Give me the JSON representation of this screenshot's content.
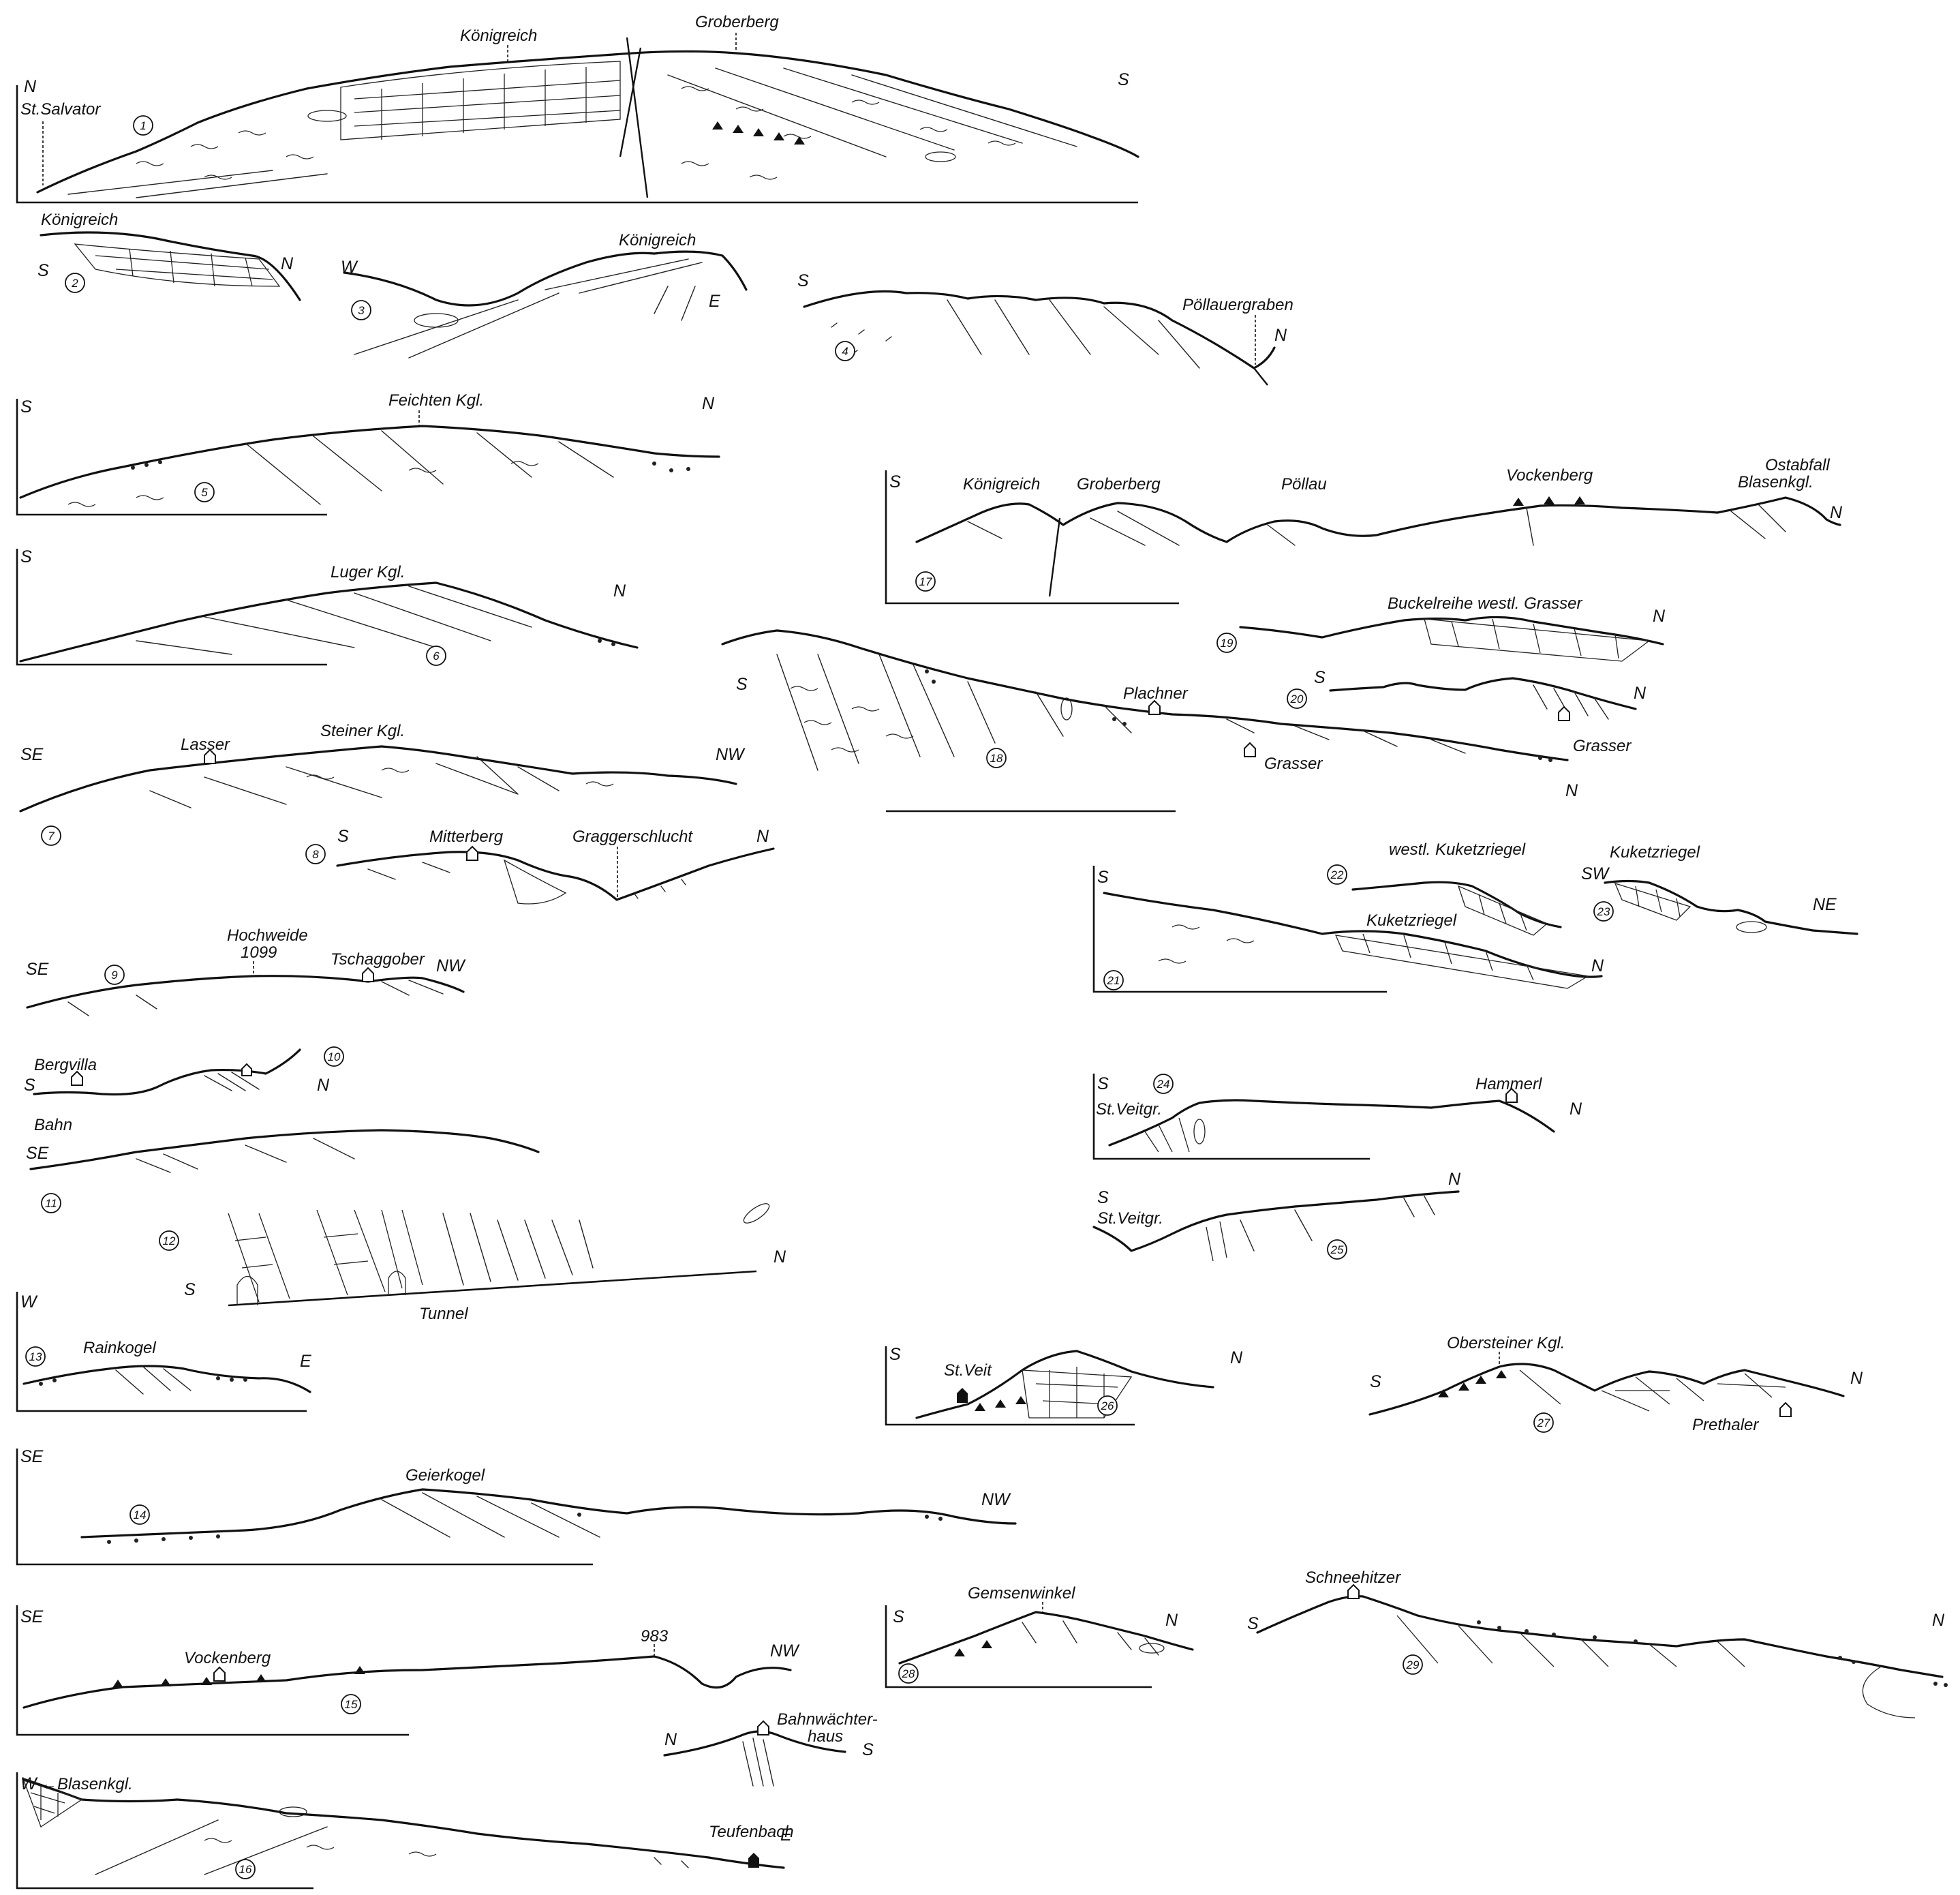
{
  "profiles": [
    {
      "id": "1",
      "number": "1",
      "dirs": [
        "N",
        "S"
      ],
      "labels": [
        "St.Salvator",
        "Königreich",
        "Groberberg"
      ]
    },
    {
      "id": "2",
      "number": "2",
      "dirs": [
        "S",
        "N"
      ],
      "labels": [
        "Königreich"
      ]
    },
    {
      "id": "3",
      "number": "3",
      "dirs": [
        "W",
        "E"
      ],
      "labels": [
        "Königreich"
      ]
    },
    {
      "id": "4",
      "number": "4",
      "dirs": [
        "S",
        "N"
      ],
      "labels": [
        "Pöllauergraben"
      ]
    },
    {
      "id": "5",
      "number": "5",
      "dirs": [
        "S",
        "N"
      ],
      "labels": [
        "Feichten Kgl."
      ]
    },
    {
      "id": "6",
      "number": "6",
      "dirs": [
        "S",
        "N"
      ],
      "labels": [
        "Luger Kgl."
      ]
    },
    {
      "id": "7",
      "number": "7",
      "dirs": [
        "SE",
        "NW"
      ],
      "labels": [
        "Lasser",
        "Steiner Kgl."
      ]
    },
    {
      "id": "8",
      "number": "8",
      "dirs": [
        "S",
        "N"
      ],
      "labels": [
        "Mitterberg",
        "Graggerschlucht"
      ]
    },
    {
      "id": "9",
      "number": "9",
      "dirs": [
        "SE",
        "NW"
      ],
      "labels": [
        "Hochweide",
        "1099",
        "Tschaggober"
      ]
    },
    {
      "id": "10",
      "number": "10",
      "dirs": [
        "S",
        "N"
      ],
      "labels": [
        "Bergvilla",
        "Bahn"
      ]
    },
    {
      "id": "11",
      "number": "11",
      "dirs": [
        "SE"
      ],
      "labels": []
    },
    {
      "id": "12",
      "number": "12",
      "dirs": [
        "S",
        "N"
      ],
      "labels": [
        "Tunnel"
      ]
    },
    {
      "id": "13",
      "number": "13",
      "dirs": [
        "W",
        "E"
      ],
      "labels": [
        "Rainkogel"
      ]
    },
    {
      "id": "14",
      "number": "14",
      "dirs": [
        "SE",
        "NW"
      ],
      "labels": [
        "Geierkogel"
      ]
    },
    {
      "id": "15",
      "number": "15",
      "dirs": [
        "SE",
        "NW"
      ],
      "labels": [
        "Vockenberg",
        "983"
      ]
    },
    {
      "id": "15b",
      "number": "",
      "dirs": [
        "N",
        "S"
      ],
      "labels": [
        "Bahnwächter-",
        "haus"
      ]
    },
    {
      "id": "16",
      "number": "16",
      "dirs": [
        "W",
        "E"
      ],
      "labels": [
        "←Blasenkgl.",
        "Teufenbach"
      ]
    },
    {
      "id": "17",
      "number": "17",
      "dirs": [
        "S",
        "N"
      ],
      "labels": [
        "Königreich",
        "Groberberg",
        "Pöllau",
        "Vockenberg",
        "Ostabfall",
        "Blasenkgl."
      ]
    },
    {
      "id": "18",
      "number": "18",
      "dirs": [
        "S",
        "N"
      ],
      "labels": [
        "Plachner",
        "Grasser"
      ]
    },
    {
      "id": "19",
      "number": "19",
      "dirs": [
        "N"
      ],
      "labels": [
        "Buckelreihe westl. Grasser"
      ]
    },
    {
      "id": "20",
      "number": "20",
      "dirs": [
        "S",
        "N"
      ],
      "labels": [
        "Grasser"
      ]
    },
    {
      "id": "21",
      "number": "21",
      "dirs": [
        "S",
        "N"
      ],
      "labels": [
        "Kuketzriegel"
      ]
    },
    {
      "id": "22",
      "number": "22",
      "dirs": [],
      "labels": [
        "westl. Kuketzriegel"
      ]
    },
    {
      "id": "23",
      "number": "23",
      "dirs": [
        "SW",
        "NE"
      ],
      "labels": [
        "Kuketzriegel"
      ]
    },
    {
      "id": "24",
      "number": "24",
      "dirs": [
        "S",
        "N"
      ],
      "labels": [
        "St.Veitgr.",
        "Hammerl"
      ]
    },
    {
      "id": "25",
      "number": "25",
      "dirs": [
        "S",
        "N"
      ],
      "labels": [
        "St.Veitgr."
      ]
    },
    {
      "id": "26",
      "number": "26",
      "dirs": [
        "S",
        "N"
      ],
      "labels": [
        "St.Veit"
      ]
    },
    {
      "id": "27",
      "number": "27",
      "dirs": [
        "S",
        "N"
      ],
      "labels": [
        "Obersteiner Kgl.",
        "Prethaler"
      ]
    },
    {
      "id": "28",
      "number": "28",
      "dirs": [
        "S",
        "N"
      ],
      "labels": [
        "Gemsenwinkel"
      ]
    },
    {
      "id": "29",
      "number": "29",
      "dirs": [
        "S",
        "N"
      ],
      "labels": [
        "Schneehitzer"
      ]
    }
  ]
}
